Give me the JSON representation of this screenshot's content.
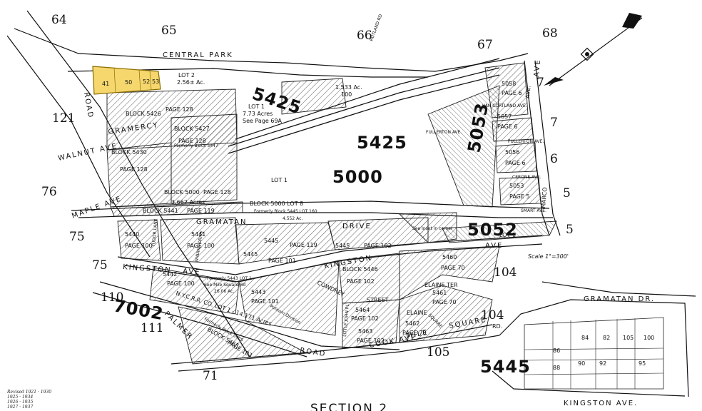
{
  "section_numbers": [
    "64",
    "65",
    "66",
    "67",
    "68",
    "7",
    "7",
    "6",
    "5",
    "5",
    "121",
    "76",
    "75",
    "75",
    "110",
    "111",
    "71",
    "104",
    "104",
    "105"
  ],
  "main_blocks": {
    "b5425_top": "5425",
    "b5425_mid": "5425",
    "b5000": "5000",
    "b5053_vertical": "5053",
    "b5052": "5052",
    "b7002": "7002",
    "b5445_inset": "5445"
  },
  "streets": {
    "central_park": "CENTRAL PARK",
    "gramercy": "GRAMERCY",
    "walnut_ave": "WALNUT AVE",
    "maple_ave": "MAPLE AVE",
    "gramatan": "GRAMATAN",
    "drive": "DRIVE",
    "kingston_left": "KINGSTON",
    "ave_left": "AVE",
    "kingston_mid": "KINGSTON",
    "ave_mid": "AVE",
    "nycrr": "N.Y.C.R.R. CO. LOT 1 - 14.171 Acres",
    "palmer": "PALMER",
    "road": "ROAD",
    "cook_ave": "COOK AVE.",
    "mile": "MILE",
    "square": "SQUARE",
    "rd": "RD.",
    "elaine_ter": "ELAINE TER",
    "elaine": "ELAINE",
    "street": "STREET",
    "cowdrey": "COWDREY",
    "tudor_lane": "TUDOR LANE",
    "winans_drive": "WINANS DRIVE",
    "little_john_pl": "LITTLE JOHN PL",
    "van_cortland": "VAN CORTLAND AVE.",
    "fullerton": "FULLERTON AVE.",
    "cerone": "CERONE AVE.",
    "smart": "SMART AVE.",
    "marco": "MARCO",
    "ave_right": "AVE.",
    "rutland_rd": "RUTLAND RD",
    "gramatan_dr": "GRAMATAN DR.",
    "kingston_ave_inset": "KINGSTON AVE.",
    "road_vertical": "ROAD",
    "ave_vertical": "AVE",
    "fullerton_ave_small": "FULLERTON AVE.",
    "square_small": "SQUARE"
  },
  "block_labels": [
    {
      "block": "BLOCK 5426",
      "page": "PAGE 128"
    },
    {
      "block": "BLOCK 5427",
      "page": "PAGE 128"
    },
    {
      "block": "BLOCK 5430",
      "page": "PAGE 128"
    },
    {
      "block": "BLOCK 5000",
      "page": "PAGE 128"
    },
    {
      "block": "BLOCK 5441",
      "page": "PAGE 119"
    },
    {
      "block": "5440",
      "page": "PAGE 100"
    },
    {
      "block": "5441",
      "page": "PAGE 100"
    },
    {
      "block": "5442",
      "page": "PAGE 100"
    },
    {
      "block": "5445",
      "page": "PAGE 119"
    },
    {
      "block": "5445",
      "page": "PAGE 101"
    },
    {
      "block": "5443",
      "page": "PAGE 101"
    },
    {
      "block": "5445",
      "page": "PAGE 102"
    },
    {
      "block": "BLOCK 5446",
      "page": "PAGE 102"
    },
    {
      "block": "5460",
      "page": "PAGE 70"
    },
    {
      "block": "5461",
      "page": "PAGE 70"
    },
    {
      "block": "5462",
      "page": "PAGE 70"
    },
    {
      "block": "5464",
      "page": "PAGE 102"
    },
    {
      "block": "5463",
      "page": "PAGE 102"
    },
    {
      "block": "BLOCK 5465",
      "page": "PAGE 103"
    },
    {
      "block": "5058",
      "page": "PAGE 6"
    },
    {
      "block": "5057",
      "page": "PAGE 6"
    },
    {
      "block": "5056",
      "page": "PAGE 6"
    },
    {
      "block": "5053",
      "page": "PAGE 5"
    }
  ],
  "lot_labels": {
    "lot2": "LOT 2",
    "lot2_acres": "2.56± Ac.",
    "lot1_top": "LOT 1",
    "lot1_top_acres": "7.73 Acres",
    "lot1_top_page": "See Page 69A",
    "lot1_mid": "LOT 1",
    "lot_100": "100",
    "lot_acres_1533": "1.533 Ac.",
    "lot1_5052": "LOT 1",
    "acres_3662": "3.662 Acres",
    "block_5000_lot": "BLOCK 5000 LOT 8",
    "formerly_5447": "Formerly Block 5447",
    "formerly_5445": "Formerly Block 5445 LOT 160",
    "acres_4552": "4.552 Ac.",
    "formerly_5465": "Formerly Block 5465",
    "putnam": "Putnam Division",
    "inset_note": "See Inset in corner",
    "former_5443": "Formerly 5443 LOT 1",
    "former_acres": "26.06 Ac.",
    "see_mile": "See Mile Square Rd"
  },
  "highlight_lots": [
    "41",
    "50",
    "52",
    "53"
  ],
  "highlight_color": "#f5d76e",
  "inset_lots": [
    "84",
    "82",
    "105",
    "100",
    "86",
    "90",
    "92",
    "95",
    "88"
  ],
  "scale": "Scale 1\"=300'",
  "section_title": "SECTION 2",
  "revisions": [
    "Revised 1921 · 1930",
    "1925 · 1934",
    "1926 · 1935",
    "1927 · 1937"
  ]
}
